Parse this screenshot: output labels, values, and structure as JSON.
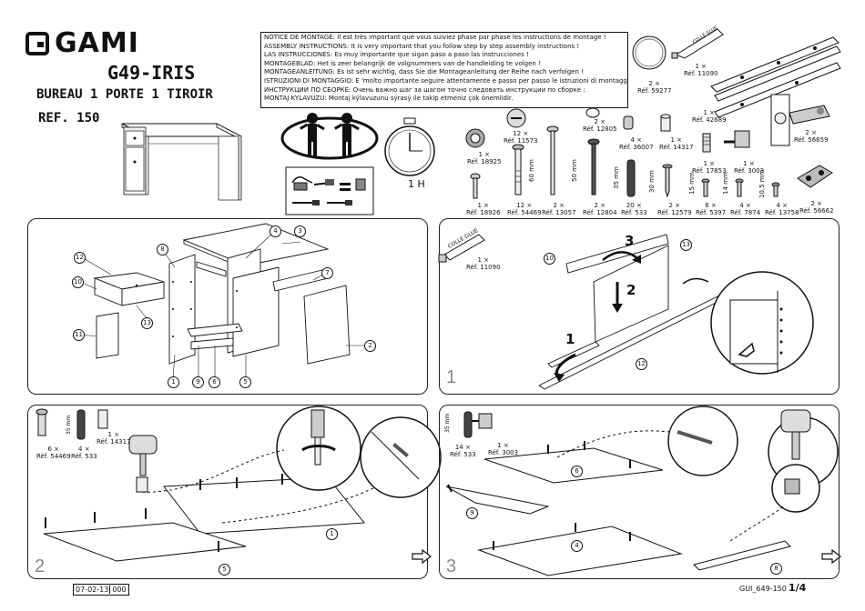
{
  "header": {
    "brand": "GAMI",
    "model": "G49-IRIS",
    "description": "BUREAU 1 PORTE 1 TIROIR",
    "ref": "REF. 150"
  },
  "notice_lines": [
    "NOTICE DE MONTAGE: Il est très important que vous suiviez phase par phase les instructions de montage !",
    "ASSEMBLY INSTRUCTIONS: It is very important that you follow step by step assembly instructions !",
    "LAS INSTRUCCIONES: Es muy importante que sigan paso a paso las instrucciones !",
    "MONTAGEBLAD: Het is zeer belangrijk de volgnummers van de handleiding te volgen !",
    "MONTAGEANLEITUNG: Es ist sehr wichtig, dass Sie die Montageanleitung der Reihe nach verfolgen !",
    "ISTRUZIONI DI MONTAGGIO: E 'molto importante seguire attentamente e passo per passo le istruzioni di montaggio!",
    "ИНСТРУКЦИИ ПО СБОРКЕ: Очень важно шаг за шагом точно следовать инструкции по сборке :",
    "MONTAJ KYLAVUZU: Montaj kýlavuzunu sýrasý ile takip etmeniz çok önemlidir."
  ],
  "timer_label": "1 H",
  "hardware": [
    {
      "qty": "2 ×",
      "ref": "Réf. 59277"
    },
    {
      "qty": "1 ×",
      "ref": "Réf. 11090"
    },
    {
      "qty": "1 ×",
      "ref": "Réf. 42689"
    },
    {
      "qty": "2 ×",
      "ref": "Réf. 56659"
    },
    {
      "qty": "12 ×",
      "ref": "Réf. 11573"
    },
    {
      "qty": "2 ×",
      "ref": "Réf. 12805"
    },
    {
      "qty": "4 ×",
      "ref": "Réf. 36007"
    },
    {
      "qty": "1 ×",
      "ref": "Réf. 14317"
    },
    {
      "qty": "1 ×",
      "ref": "Réf. 18925"
    },
    {
      "qty": "1 ×",
      "ref": "Réf. 17853"
    },
    {
      "qty": "1 ×",
      "ref": "Réf. 3003"
    },
    {
      "qty": "1 ×",
      "ref": "Réf. 18926"
    },
    {
      "qty": "12 ×",
      "ref": "Réf. 54469"
    },
    {
      "qty": "2 ×",
      "ref": "Réf. 13057"
    },
    {
      "qty": "2 ×",
      "ref": "Réf. 12804"
    },
    {
      "qty": "20 ×",
      "ref": "Réf. 533"
    },
    {
      "qty": "2 ×",
      "ref": "Réf. 12579"
    },
    {
      "qty": "6 ×",
      "ref": "Réf. 5397"
    },
    {
      "qty": "4 ×",
      "ref": "Réf. 7874"
    },
    {
      "qty": "4 ×",
      "ref": "Réf. 13758"
    },
    {
      "qty": "2 ×",
      "ref": "Réf. 56662"
    }
  ],
  "dimensions": [
    "60 mm",
    "50 mm",
    "35 mm",
    "30 mm",
    "15 mm",
    "14 mm",
    "10.5 mm"
  ],
  "exploded_parts": [
    "1",
    "2",
    "3",
    "4",
    "5",
    "6",
    "7",
    "8",
    "9",
    "10",
    "11",
    "12",
    "13"
  ],
  "glue_text": "COLLE GLUE",
  "step1": {
    "number": "1",
    "glue": {
      "qty": "1 ×",
      "ref": "Réf. 11090"
    },
    "arrows": [
      "1",
      "2",
      "3"
    ],
    "parts": [
      "10",
      "13",
      "12"
    ]
  },
  "step2": {
    "number": "2",
    "hardware": [
      {
        "qty": "6 ×",
        "ref": "Réf. 54469"
      },
      {
        "qty": "4 ×",
        "ref": "Réf. 533"
      },
      {
        "qty": "1 ×",
        "ref": "Réf. 14317"
      }
    ],
    "dim": "35 mm",
    "parts": [
      "1",
      "5"
    ]
  },
  "step3": {
    "number": "3",
    "hardware": [
      {
        "qty": "14 ×",
        "ref": "Réf. 533"
      },
      {
        "qty": "1 ×",
        "ref": "Réf. 3003"
      }
    ],
    "dim": "35 mm",
    "parts": [
      "6",
      "9",
      "4",
      "8"
    ]
  },
  "footer": {
    "date": "07-02-13",
    "code": "000",
    "doc": "GUI_649-150",
    "page": "1/4"
  }
}
